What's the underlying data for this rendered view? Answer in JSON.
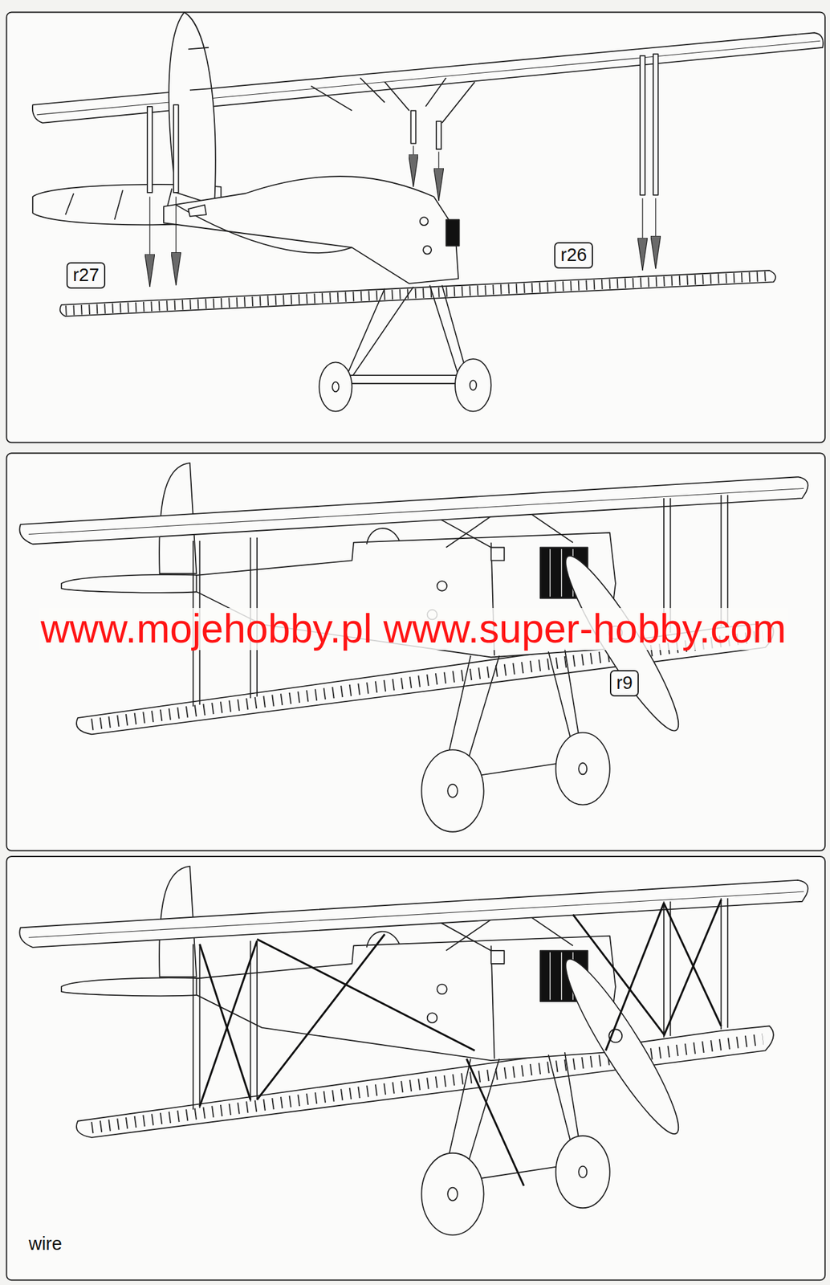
{
  "diagram": {
    "nodes": [
      {
        "text": [
          "r27"
        ]
      },
      {
        "text": [
          "r26"
        ]
      },
      {
        "text": [
          "r9"
        ]
      }
    ],
    "labels": [
      "www.mojehobby.pl www.super-hobby.com",
      "wire"
    ]
  }
}
